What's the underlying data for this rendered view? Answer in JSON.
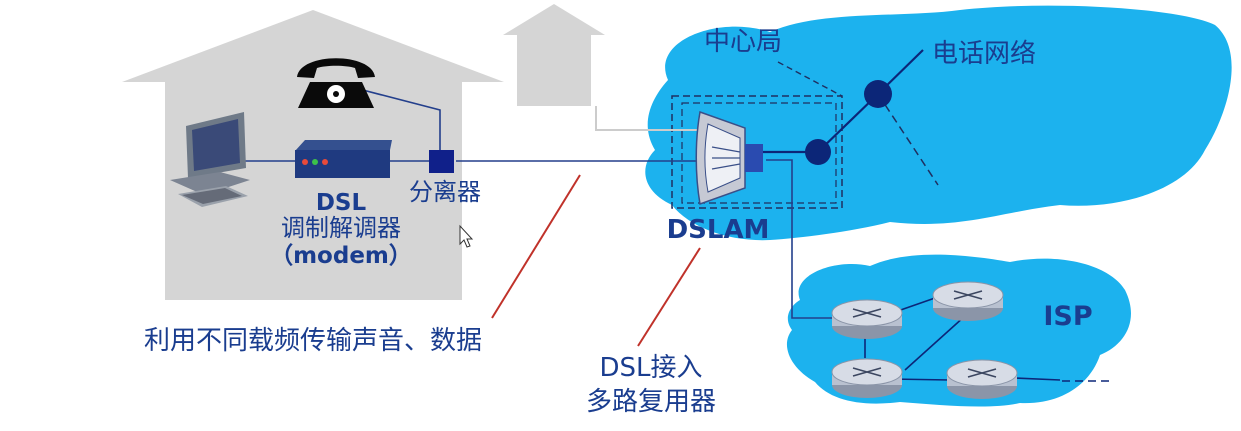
{
  "labels": {
    "central_office": "中心局",
    "phone_network": "电话网络",
    "splitter": "分离器",
    "dsl_modem_line1": "DSL",
    "dsl_modem_line2": "调制解调器",
    "dsl_modem_line3": "（modem）",
    "dslam": "DSLAM",
    "isp": "ISP",
    "frequency_note": "利用不同载频传输声音、数据",
    "dslam_desc_line1": "DSL接入",
    "dslam_desc_line2": "多路复用器"
  },
  "icons": {
    "house": "house-shape",
    "telephone": "telephone-icon",
    "computer": "computer-icon",
    "modem": "dsl-modem-icon",
    "splitter": "splitter-icon",
    "dslam": "dslam-icon",
    "switch": "phone-switch-node",
    "router": "router-icon",
    "cursor": "mouse-cursor-icon"
  },
  "colors": {
    "house": "#d5d5d5",
    "link": "#233f8c",
    "cloud": "#1cb2ee",
    "node": "#0c2678",
    "annotation_line": "#c0322a",
    "text": "#1a3d8f"
  }
}
